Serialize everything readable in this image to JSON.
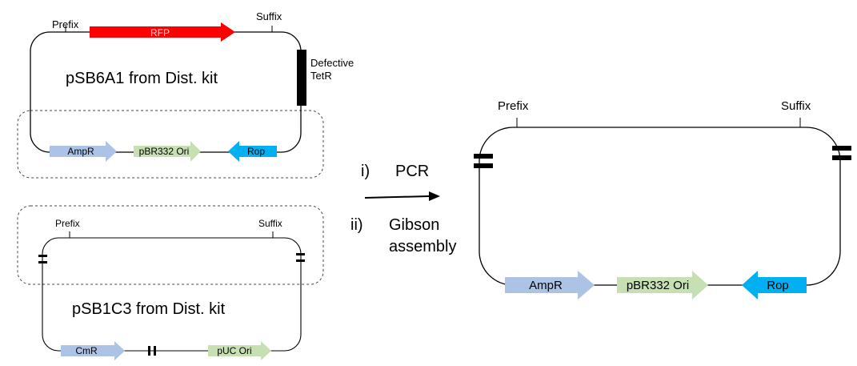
{
  "plasmid_top": {
    "name": "pSB6A1 from Dist. kit",
    "prefix": "Prefix",
    "suffix": "Suffix",
    "rfp": "RFP",
    "tetr_line1": "Defective",
    "tetr_line2": "TetR",
    "ampr": "AmpR",
    "ori": "pBR332 Ori",
    "rop": "Rop",
    "colors": {
      "rfp": "#ff0000",
      "ampr": "#adc3e6",
      "ori": "#c6e0b4",
      "rop": "#00b0f0",
      "tetr": "#000000"
    }
  },
  "plasmid_bottom": {
    "name": "pSB1C3 from Dist. kit",
    "prefix": "Prefix",
    "suffix": "Suffix",
    "cmr": "CmR",
    "ori": "pUC Ori"
  },
  "steps": {
    "step1_num": "i)",
    "step1_text": "PCR",
    "step2_num": "ii)",
    "step2_line1": "Gibson",
    "step2_line2": "assembly"
  },
  "plasmid_result": {
    "prefix": "Prefix",
    "suffix": "Suffix",
    "ampr": "AmpR",
    "ori": "pBR332 Ori",
    "rop": "Rop"
  }
}
